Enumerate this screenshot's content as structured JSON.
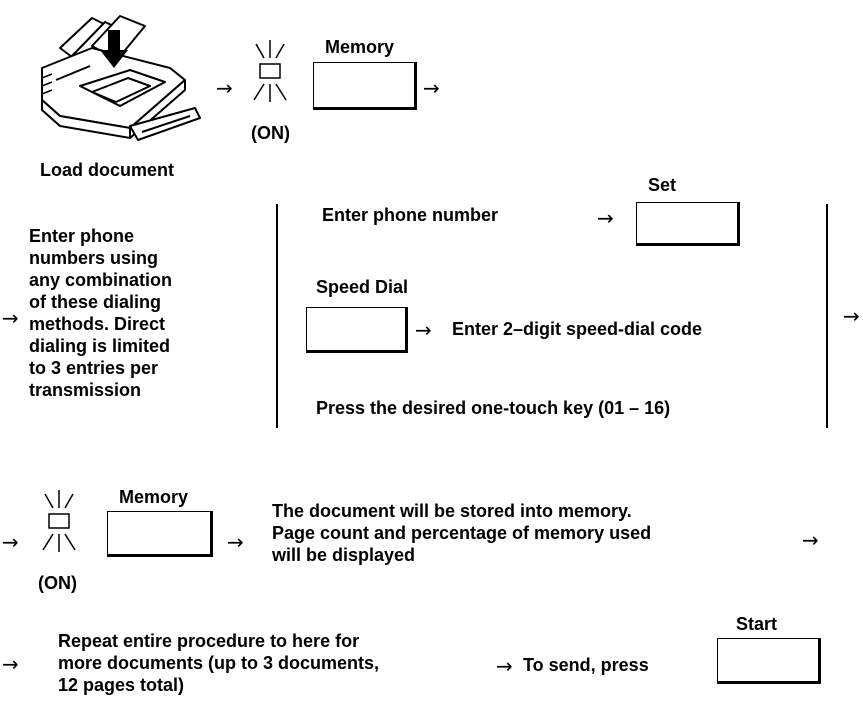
{
  "row1": {
    "load_label": "Load document",
    "memory_key_label": "Memory",
    "on_label": "(ON)"
  },
  "row2": {
    "intro_lines": [
      "Enter phone",
      "numbers using",
      "any combination",
      "of  these dialing",
      "methods. Direct",
      "dialing is limited",
      "to 3 entries per",
      "transmission"
    ],
    "enter_phone": "Enter phone number",
    "set_key_label": "Set",
    "speed_dial_label": "Speed Dial",
    "speed_dial_code": "Enter 2–digit speed-dial code",
    "one_touch": "Press the desired one-touch key (01 – 16)"
  },
  "row3": {
    "memory_key_label": "Memory",
    "on_label": "(ON)",
    "stored_lines": [
      "The document will be stored into memory.",
      "Page count and percentage of memory used",
      "will be displayed"
    ]
  },
  "row4": {
    "repeat_lines": [
      "Repeat entire procedure to here for",
      "more documents (up to 3 documents,",
      "12 pages total)"
    ],
    "send_text": "To send, press",
    "start_key_label": "Start"
  },
  "arrow_glyph": "→",
  "icons": [
    "fax-machine-icon",
    "lamp-blinking-icon"
  ]
}
